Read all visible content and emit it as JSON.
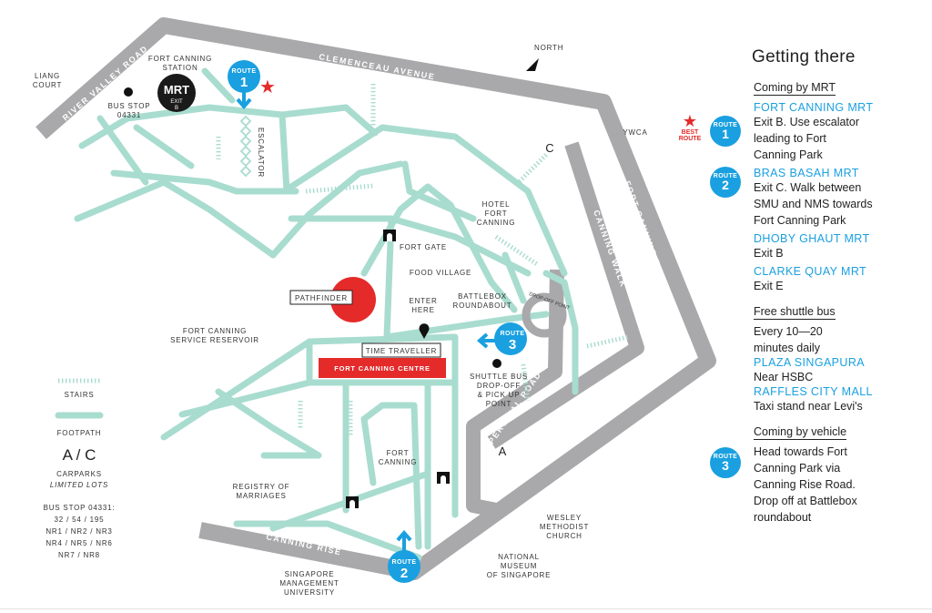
{
  "panel": {
    "title": "Getting there",
    "mrt_heading": "Coming by MRT",
    "best_route": "BEST ROUTE",
    "route_label": "ROUTE",
    "routes": {
      "r1": {
        "num": "1",
        "name": "FORT CANNING MRT",
        "desc": [
          "Exit B. Use escalator",
          "leading to Fort",
          "Canning Park"
        ]
      },
      "r2": {
        "num": "2",
        "name": "BRAS BASAH MRT",
        "desc": [
          "Exit C. Walk between",
          "SMU and NMS towards",
          "Fort Canning Park"
        ]
      },
      "dhoby": {
        "name": "DHOBY GHAUT MRT",
        "desc": "Exit B"
      },
      "clarke": {
        "name": "CLARKE QUAY MRT",
        "desc": "Exit E"
      },
      "r3": {
        "num": "3",
        "desc": [
          "Head towards Fort",
          "Canning Park via",
          "Canning Rise Road.",
          "Drop off at Battlebox",
          "roundabout"
        ]
      }
    },
    "shuttle_heading": "Free shuttle bus",
    "shuttle_text": [
      "Every 10—20",
      "minutes daily"
    ],
    "plaza": {
      "name": "PLAZA SINGAPURA",
      "desc": "Near HSBC"
    },
    "raffles": {
      "name": "RAFFLES CITY MALL",
      "desc": "Taxi stand near Levi's"
    },
    "vehicle_heading": "Coming by vehicle"
  },
  "map": {
    "roads": {
      "river_valley": "RIVER VALLEY ROAD",
      "clemenceau": "CLEMENCEAU AVENUE",
      "fort_canning_road": "FORT CANNING ROAD",
      "canning_walk_1": "CANNING WALK",
      "canning_walk_2": "CANNING WALK",
      "percival": "PERCIVAL ROAD",
      "canning_rise_1": "CANNING RISE",
      "canning_rise_2": "CANNING RISE"
    },
    "labels": {
      "liang_court": [
        "LIANG",
        "COURT"
      ],
      "fort_canning_station": [
        "FORT CANNING",
        "STATION"
      ],
      "bus_stop": [
        "BUS STOP",
        "04331"
      ],
      "mrt": "MRT",
      "exit": [
        "EXIT",
        "B"
      ],
      "escalator": "ESCALATOR",
      "north": "NORTH",
      "ywca": "YWCA",
      "c": "C",
      "a": "A",
      "hotel": [
        "HOTEL",
        "FORT",
        "CANNING"
      ],
      "fort_gate": "FORT GATE",
      "food_village": "FOOD VILLAGE",
      "pathfinder": "PATHFINDER",
      "enter_here": [
        "ENTER",
        "HERE"
      ],
      "battlebox": [
        "BATTLEBOX",
        "ROUNDABOUT"
      ],
      "drop_off": "DROP-OFF POINT",
      "service_reservoir": [
        "FORT CANNING",
        "SERVICE RESERVOIR"
      ],
      "time_traveller": "TIME TRAVELLER",
      "fort_canning_centre": "FORT CANNING CENTRE",
      "shuttle_bus": [
        "SHUTTLE BUS",
        "DROP-OFF",
        "& PICK UP",
        "POINT"
      ],
      "fort_canning": [
        "FORT",
        "CANNING"
      ],
      "registry": [
        "REGISTRY OF",
        "MARRIAGES"
      ],
      "wesley": [
        "WESLEY",
        "METHODIST",
        "CHURCH"
      ],
      "museum": [
        "NATIONAL",
        "MUSEUM",
        "OF SINGAPORE"
      ],
      "smu": [
        "SINGAPORE",
        "MANAGEMENT",
        "UNIVERSITY"
      ]
    },
    "legend": {
      "stairs": "STAIRS",
      "footpath": "FOOTPATH",
      "carparks_letters": "A / C",
      "carparks": "CARPARKS",
      "limited": "LIMITED LOTS",
      "bus_stop_title": "BUS STOP 04331:",
      "bus_lines": [
        "32 / 54 / 195",
        "NR1 / NR2 / NR3",
        "NR4 / NR5 / NR6",
        "NR7 / NR8"
      ]
    },
    "colors": {
      "path": "#a8dccf",
      "road": "#a9a9ab",
      "route_blue": "#1aa0e0",
      "accent_red": "#e52a2a"
    }
  }
}
